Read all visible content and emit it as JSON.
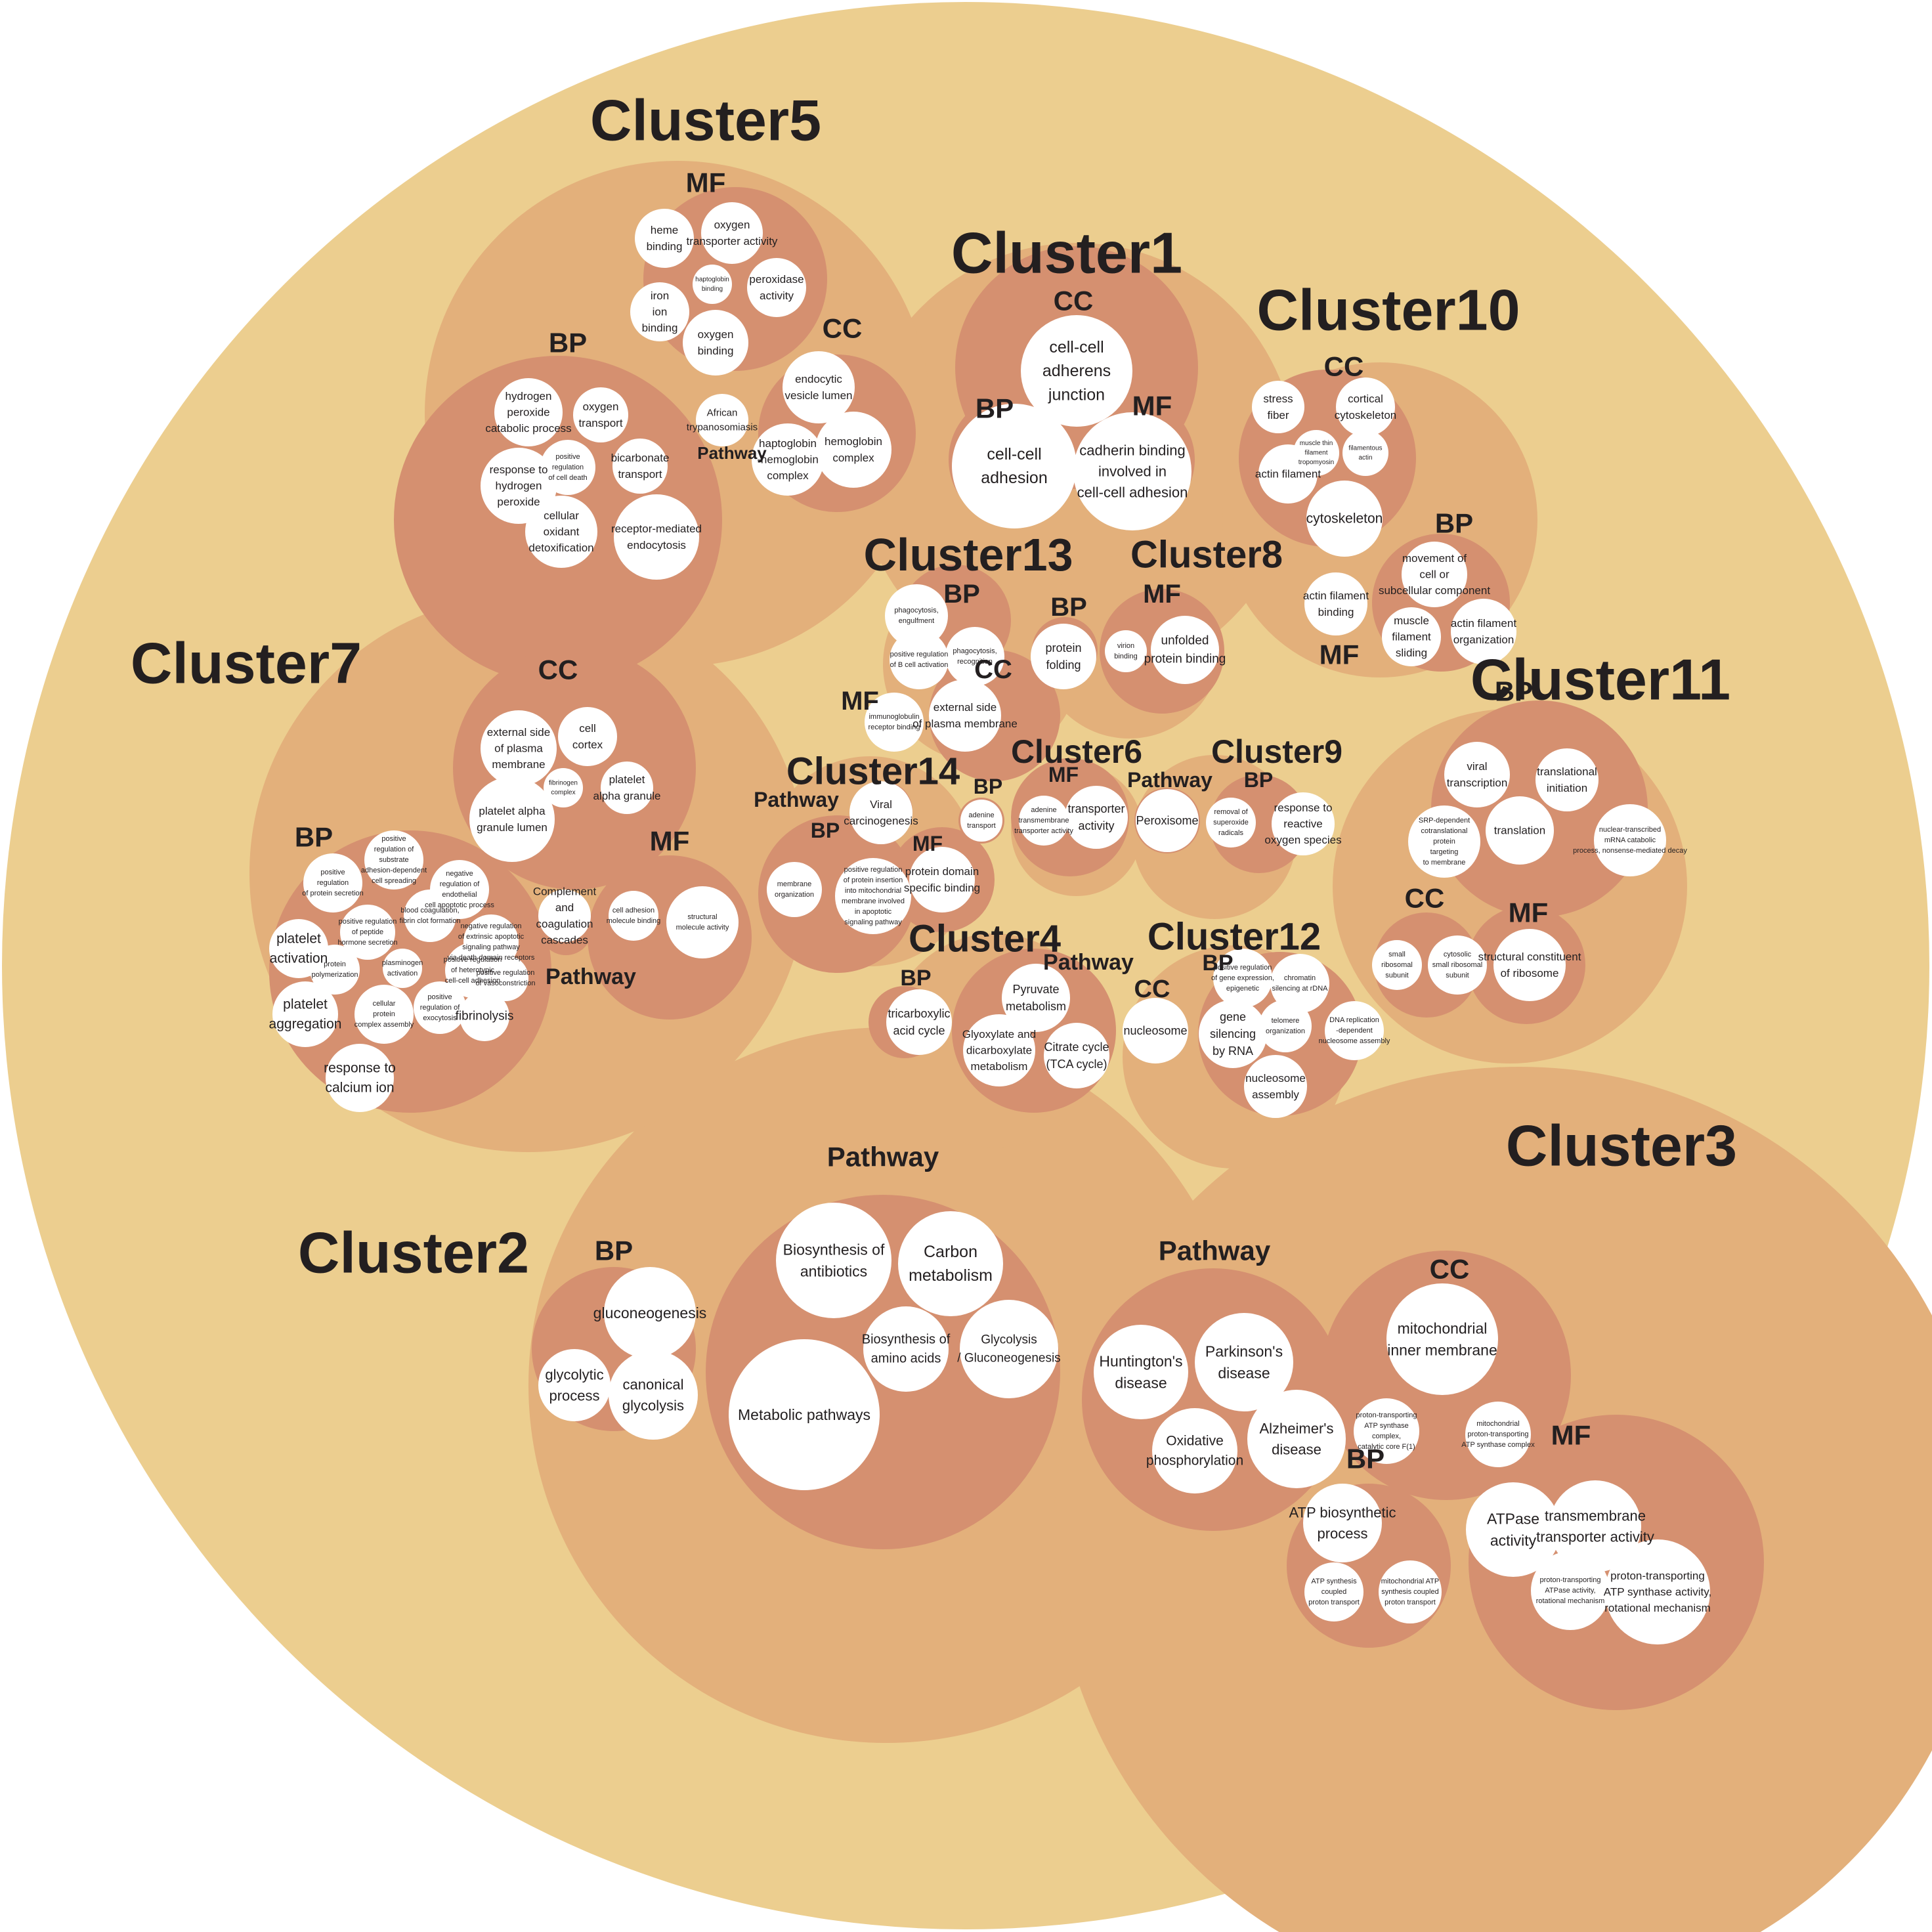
{
  "colors": {
    "outer": "#ecce8f",
    "cluster": "#e3b07b",
    "category": "#d59070",
    "term": "#ffffff",
    "text": "#231f20"
  },
  "clusters": [
    {
      "id": "c1",
      "label": "Cluster1",
      "categories": [
        {
          "id": "c1_cc",
          "label": "CC",
          "terms": [
            {
              "id": "t",
              "label": "cell-cell\nadherens\njunction"
            }
          ]
        },
        {
          "id": "c1_bp",
          "label": "BP",
          "terms": [
            {
              "id": "t",
              "label": "cell-cell\nadhesion"
            }
          ]
        },
        {
          "id": "c1_mf",
          "label": "MF",
          "terms": [
            {
              "id": "t",
              "label": "cadherin binding\ninvolved in\ncell-cell adhesion"
            }
          ]
        }
      ]
    },
    {
      "id": "c2",
      "label": "Cluster2",
      "categories": [
        {
          "id": "c2_bp",
          "label": "BP",
          "terms": [
            {
              "id": "t1",
              "label": "gluconeogenesis"
            },
            {
              "id": "t2",
              "label": "glycolytic\nprocess"
            },
            {
              "id": "t3",
              "label": "canonical\nglycolysis"
            }
          ]
        },
        {
          "id": "c2_pw",
          "label": "Pathway",
          "terms": [
            {
              "id": "t1",
              "label": "Biosynthesis of\nantibiotics"
            },
            {
              "id": "t2",
              "label": "Carbon\nmetabolism"
            },
            {
              "id": "t3",
              "label": "Biosynthesis of\namino acids"
            },
            {
              "id": "t4",
              "label": "Glycolysis\n/ Gluconeogenesis"
            },
            {
              "id": "t5",
              "label": "Metabolic pathways"
            }
          ]
        }
      ]
    },
    {
      "id": "c3",
      "label": "Cluster3",
      "categories": [
        {
          "id": "c3_pw",
          "label": "Pathway",
          "terms": [
            {
              "id": "t1",
              "label": "Huntington's\ndisease"
            },
            {
              "id": "t2",
              "label": "Parkinson's\ndisease"
            },
            {
              "id": "t3",
              "label": "Oxidative\nphosphorylation"
            },
            {
              "id": "t4",
              "label": "Alzheimer's\ndisease"
            }
          ]
        },
        {
          "id": "c3_cc",
          "label": "CC",
          "terms": [
            {
              "id": "t1",
              "label": "mitochondrial\ninner membrane"
            },
            {
              "id": "t2",
              "label": "proton-transporting\nATP synthase\ncomplex,\ncatalytic core F(1)"
            },
            {
              "id": "t3",
              "label": "mitochondrial\nproton-transporting\nATP synthase complex"
            }
          ]
        },
        {
          "id": "c3_bp",
          "label": "BP",
          "terms": [
            {
              "id": "t1",
              "label": "ATP biosynthetic\nprocess"
            },
            {
              "id": "t2",
              "label": "ATP synthesis\ncoupled\nproton transport"
            },
            {
              "id": "t3",
              "label": "mitochondrial ATP\nsynthesis coupled\nproton transport"
            }
          ]
        },
        {
          "id": "c3_mf",
          "label": "MF",
          "terms": [
            {
              "id": "t1",
              "label": "ATPase\nactivity"
            },
            {
              "id": "t2",
              "label": "transmembrane\ntransporter activity"
            },
            {
              "id": "t3",
              "label": "proton-transporting\nATPase activity,\nrotational mechanism"
            },
            {
              "id": "t4",
              "label": "proton-transporting\nATP synthase activity,\nrotational mechanism"
            }
          ]
        }
      ]
    },
    {
      "id": "c4",
      "label": "Cluster4",
      "categories": [
        {
          "id": "c4_bp",
          "label": "BP",
          "terms": [
            {
              "id": "t1",
              "label": "tricarboxylic\nacid cycle"
            }
          ]
        },
        {
          "id": "c4_pw",
          "label": "Pathway",
          "terms": [
            {
              "id": "t1",
              "label": "Pyruvate\nmetabolism"
            },
            {
              "id": "t2",
              "label": "Glyoxylate and\ndicarboxylate\nmetabolism"
            },
            {
              "id": "t3",
              "label": "Citrate cycle\n(TCA cycle)"
            }
          ]
        }
      ]
    },
    {
      "id": "c5",
      "label": "Cluster5",
      "categories": [
        {
          "id": "c5_mf",
          "label": "MF",
          "terms": [
            {
              "id": "t1",
              "label": "heme\nbinding"
            },
            {
              "id": "t2",
              "label": "oxygen\ntransporter activity"
            },
            {
              "id": "t3",
              "label": "haptoglobin\nbinding"
            },
            {
              "id": "t4",
              "label": "peroxidase\nactivity"
            },
            {
              "id": "t5",
              "label": "iron\nion\nbinding"
            },
            {
              "id": "t6",
              "label": "oxygen\nbinding"
            }
          ]
        },
        {
          "id": "c5_bp",
          "label": "BP",
          "terms": [
            {
              "id": "t1",
              "label": "hydrogen\nperoxide\ncatabolic process"
            },
            {
              "id": "t2",
              "label": "oxygen\ntransport"
            },
            {
              "id": "t3",
              "label": "positive\nregulation\nof cell death"
            },
            {
              "id": "t4",
              "label": "bicarbonate\ntransport"
            },
            {
              "id": "t5",
              "label": "response to\nhydrogen\nperoxide"
            },
            {
              "id": "t6",
              "label": "cellular\noxidant\ndetoxification"
            },
            {
              "id": "t7",
              "label": "receptor-mediated\nendocytosis"
            }
          ]
        },
        {
          "id": "c5_cc",
          "label": "CC",
          "terms": [
            {
              "id": "t1",
              "label": "endocytic\nvesicle lumen"
            },
            {
              "id": "t2",
              "label": "haptoglobin\n-hemoglobin\ncomplex"
            },
            {
              "id": "t3",
              "label": "hemoglobin\ncomplex"
            }
          ]
        },
        {
          "id": "c5_pw",
          "label": "Pathway",
          "terms": [
            {
              "id": "t1",
              "label": "African\ntrypanosomiasis"
            }
          ]
        }
      ]
    },
    {
      "id": "c6",
      "label": "Cluster6",
      "categories": [
        {
          "id": "c6_bp",
          "label": "BP",
          "terms": [
            {
              "id": "t1",
              "label": "adenine\ntransport"
            }
          ]
        },
        {
          "id": "c6_mf",
          "label": "MF",
          "terms": [
            {
              "id": "t1",
              "label": "adenine\ntransmembrane\ntransporter activity"
            },
            {
              "id": "t2",
              "label": "transporter\nactivity"
            }
          ]
        }
      ]
    },
    {
      "id": "c7",
      "label": "Cluster7",
      "categories": [
        {
          "id": "c7_cc",
          "label": "CC",
          "terms": [
            {
              "id": "t1",
              "label": "external side\nof plasma\nmembrane"
            },
            {
              "id": "t2",
              "label": "cell\ncortex"
            },
            {
              "id": "t3",
              "label": "fibrinogen\ncomplex"
            },
            {
              "id": "t4",
              "label": "platelet\nalpha granule"
            },
            {
              "id": "t5",
              "label": "platelet alpha\ngranule lumen"
            }
          ]
        },
        {
          "id": "c7_bp",
          "label": "BP",
          "terms": [
            {
              "id": "t1",
              "label": "positive\nregulation\nof protein secretion"
            },
            {
              "id": "t2",
              "label": "positive\nregulation of\nsubstrate\nadhesion-dependent\ncell spreading"
            },
            {
              "id": "t3",
              "label": "negative\nregulation of\nendothelial\ncell apoptotic process"
            },
            {
              "id": "t4",
              "label": "platelet\nactivation"
            },
            {
              "id": "t5",
              "label": "positive regulation\nof peptide\nhormone secretion"
            },
            {
              "id": "t6",
              "label": "blood coagulation,\nfibrin clot formation"
            },
            {
              "id": "t7",
              "label": "negative regulation\nof extrinsic apoptotic\nsignaling pathway\nvia death domain receptors"
            },
            {
              "id": "t8",
              "label": "protein\npolymerization"
            },
            {
              "id": "t9",
              "label": "plasminogen\nactivation"
            },
            {
              "id": "t10",
              "label": "positive regulation\nof heterotypic\ncell-cell adhesion"
            },
            {
              "id": "t11",
              "label": "positive regulation\nof vasoconstriction"
            },
            {
              "id": "t12",
              "label": "platelet\naggregation"
            },
            {
              "id": "t13",
              "label": "cellular\nprotein\ncomplex assembly"
            },
            {
              "id": "t14",
              "label": "positive\nregulation of\nexocytosis"
            },
            {
              "id": "t15",
              "label": "fibrinolysis"
            },
            {
              "id": "t16",
              "label": "response to\ncalcium ion"
            }
          ]
        },
        {
          "id": "c7_mf",
          "label": "MF",
          "terms": [
            {
              "id": "t1",
              "label": "cell adhesion\nmolecule binding"
            },
            {
              "id": "t2",
              "label": "structural\nmolecule activity"
            }
          ]
        },
        {
          "id": "c7_pw",
          "label": "Pathway",
          "terms": [
            {
              "id": "t1",
              "label": "Complement\nand\ncoagulation\ncascades"
            }
          ]
        }
      ]
    },
    {
      "id": "c8",
      "label": "Cluster8",
      "categories": [
        {
          "id": "c8_bp",
          "label": "BP",
          "terms": [
            {
              "id": "t1",
              "label": "protein\nfolding"
            }
          ]
        },
        {
          "id": "c8_mf",
          "label": "MF",
          "terms": [
            {
              "id": "t1",
              "label": "virion\nbinding"
            },
            {
              "id": "t2",
              "label": "unfolded\nprotein binding"
            }
          ]
        }
      ]
    },
    {
      "id": "c9",
      "label": "Cluster9",
      "categories": [
        {
          "id": "c9_pw",
          "label": "Pathway",
          "terms": [
            {
              "id": "t1",
              "label": "Peroxisome"
            }
          ]
        },
        {
          "id": "c9_bp",
          "label": "BP",
          "terms": [
            {
              "id": "t1",
              "label": "removal of\nsuperoxide\nradicals"
            },
            {
              "id": "t2",
              "label": "response to\nreactive\noxygen species"
            }
          ]
        }
      ]
    },
    {
      "id": "c10",
      "label": "Cluster10",
      "categories": [
        {
          "id": "c10_cc",
          "label": "CC",
          "terms": [
            {
              "id": "t1",
              "label": "stress\nfiber"
            },
            {
              "id": "t2",
              "label": "cortical\ncytoskeleton"
            },
            {
              "id": "t3",
              "label": "muscle thin\nfilament\ntropomyosin"
            },
            {
              "id": "t4",
              "label": "filamentous\nactin"
            },
            {
              "id": "t5",
              "label": "actin filament"
            },
            {
              "id": "t6",
              "label": "cytoskeleton"
            }
          ]
        },
        {
          "id": "c10_bp",
          "label": "BP",
          "terms": [
            {
              "id": "t1",
              "label": "movement of\ncell or\nsubcellular component"
            },
            {
              "id": "t2",
              "label": "muscle\nfilament\nsliding"
            },
            {
              "id": "t3",
              "label": "actin filament\norganization"
            }
          ]
        },
        {
          "id": "c10_mf",
          "label": "MF",
          "terms": [
            {
              "id": "t1",
              "label": "actin filament\nbinding"
            }
          ]
        }
      ]
    },
    {
      "id": "c11",
      "label": "Cluster11",
      "categories": [
        {
          "id": "c11_bp",
          "label": "BP",
          "terms": [
            {
              "id": "t1",
              "label": "viral\ntranscription"
            },
            {
              "id": "t2",
              "label": "translational\ninitiation"
            },
            {
              "id": "t3",
              "label": "SRP-dependent\ncotranslational\nprotein\ntargeting\nto membrane"
            },
            {
              "id": "t4",
              "label": "translation"
            },
            {
              "id": "t5",
              "label": "nuclear-transcribed\nmRNA catabolic\nprocess, nonsense-mediated decay"
            }
          ]
        },
        {
          "id": "c11_cc",
          "label": "CC",
          "terms": [
            {
              "id": "t1",
              "label": "small\nribosomal\nsubunit"
            },
            {
              "id": "t2",
              "label": "cytosolic\nsmall ribosomal\nsubunit"
            }
          ]
        },
        {
          "id": "c11_mf",
          "label": "MF",
          "terms": [
            {
              "id": "t1",
              "label": "structural constituent\nof ribosome"
            }
          ]
        }
      ]
    },
    {
      "id": "c12",
      "label": "Cluster12",
      "categories": [
        {
          "id": "c12_cc",
          "label": "CC",
          "terms": [
            {
              "id": "t1",
              "label": "nucleosome"
            }
          ]
        },
        {
          "id": "c12_bp",
          "label": "BP",
          "terms": [
            {
              "id": "t1",
              "label": "positive regulation\nof gene expression,\nepigenetic"
            },
            {
              "id": "t2",
              "label": "chromatin\nsilencing at rDNA"
            },
            {
              "id": "t3",
              "label": "gene\nsilencing\nby RNA"
            },
            {
              "id": "t4",
              "label": "telomere\norganization"
            },
            {
              "id": "t5",
              "label": "DNA replication\n-dependent\nnucleosome assembly"
            },
            {
              "id": "t6",
              "label": "nucleosome\nassembly"
            }
          ]
        }
      ]
    },
    {
      "id": "c13",
      "label": "Cluster13",
      "categories": [
        {
          "id": "c13_bp",
          "label": "BP",
          "terms": [
            {
              "id": "t1",
              "label": "phagocytosis,\nengulfment"
            },
            {
              "id": "t2",
              "label": "positive regulation\nof B cell activation"
            },
            {
              "id": "t3",
              "label": "phagocytosis,\nrecognition"
            }
          ]
        },
        {
          "id": "c13_mf",
          "label": "MF",
          "terms": [
            {
              "id": "t1",
              "label": "immunoglobulin\nreceptor binding"
            }
          ]
        },
        {
          "id": "c13_cc",
          "label": "CC",
          "terms": [
            {
              "id": "t1",
              "label": "external side\nof plasma membrane"
            }
          ]
        }
      ]
    },
    {
      "id": "c14",
      "label": "Cluster14",
      "categories": [
        {
          "id": "c14_pw",
          "label": "Pathway",
          "terms": [
            {
              "id": "t1",
              "label": "Viral\ncarcinogenesis"
            }
          ]
        },
        {
          "id": "c14_bp",
          "label": "BP",
          "terms": [
            {
              "id": "t1",
              "label": "membrane\norganization"
            },
            {
              "id": "t2",
              "label": "positive regulation\nof protein insertion\ninto mitochondrial\nmembrane involved\nin apoptotic\nsignaling pathway"
            }
          ]
        },
        {
          "id": "c14_mf",
          "label": "MF",
          "terms": [
            {
              "id": "t1",
              "label": "protein domain\nspecific binding"
            }
          ]
        }
      ]
    }
  ]
}
